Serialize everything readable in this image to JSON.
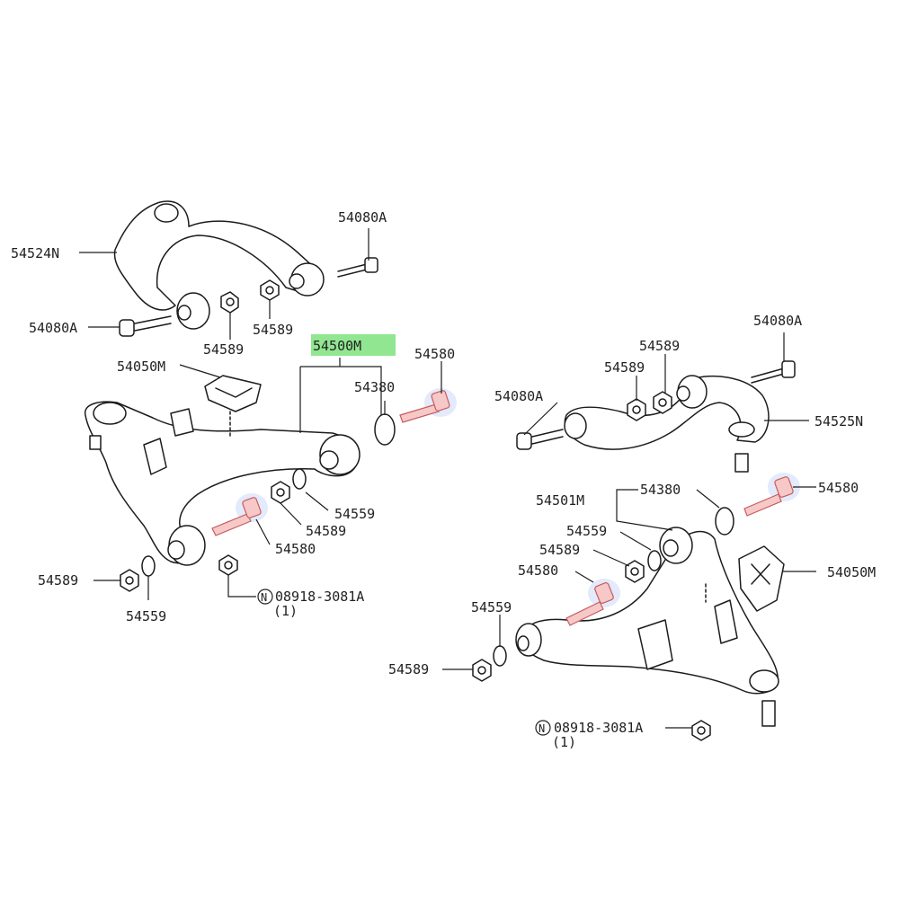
{
  "highlight_color": "#7ee37e",
  "bolt_color": "#f2a9a9",
  "labels": {
    "upper_arm_left": "54524N",
    "upper_arm_right": "54525N",
    "lower_arm_left": "54500M",
    "lower_arm_right": "54501M",
    "bolt_54080a": "54080A",
    "nut_54589": "54589",
    "bracket_54050m": "54050M",
    "washer_54380": "54380",
    "bolt_54580": "54580",
    "washer_54559": "54559",
    "nut_08918": "08918-3081A",
    "nut_08918_qty": "(1)",
    "n_mark": "N"
  }
}
